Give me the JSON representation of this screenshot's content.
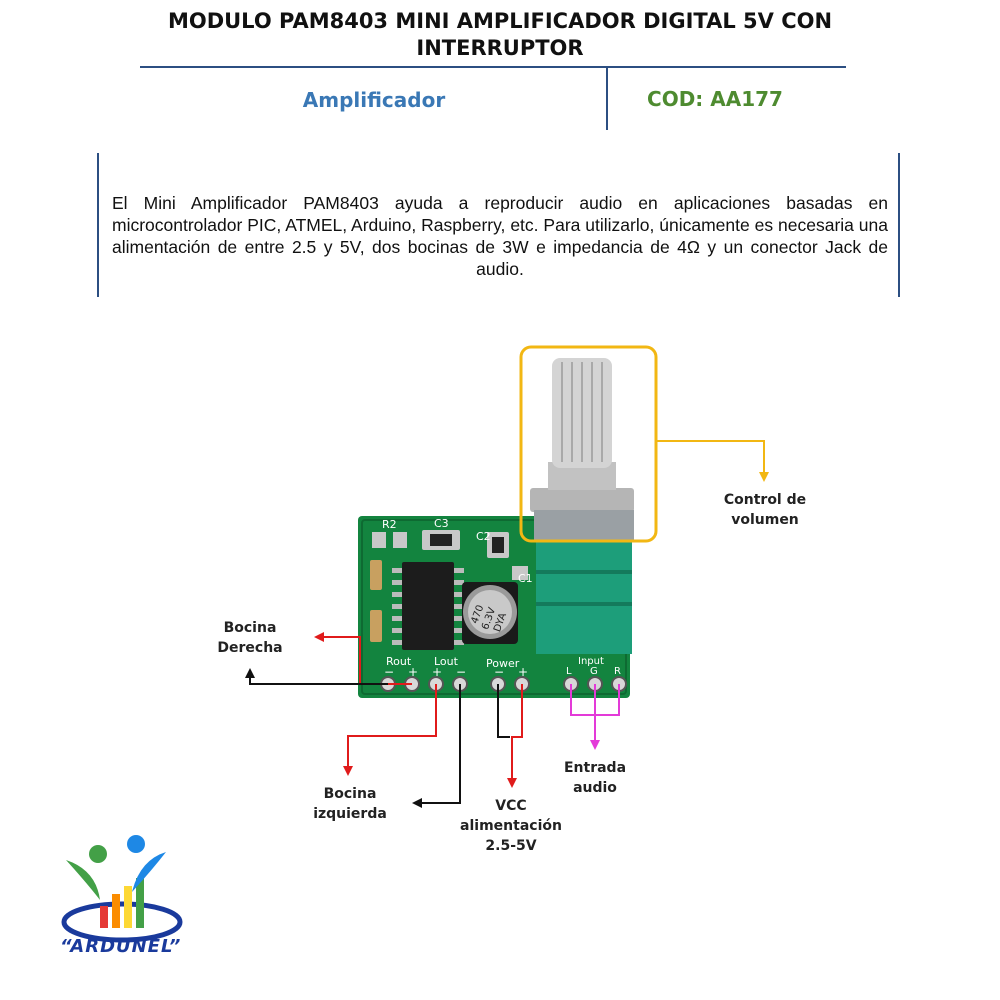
{
  "header": {
    "title_line1": "MODULO PAM8403  MINI AMPLIFICADOR DIGITAL 5V CON",
    "title_line2": "INTERRUPTOR",
    "category": "Amplificador",
    "code": "COD: AA177"
  },
  "description": "El Mini Amplificador PAM8403 ayuda a reproducir audio en aplicaciones basadas en microcontrolador PIC, ATMEL, Arduino, Raspberry, etc. Para utilizarlo, únicamente es necesaria una alimentación de entre 2.5 y 5V, dos bocinas de 3W e impedancia de 4Ω y un conector Jack de audio.",
  "board_silkscreen": {
    "r2": "R2",
    "c3": "C3",
    "c2": "C2",
    "c1": "C1",
    "rout": "Rout",
    "lout": "Lout",
    "power": "Power",
    "input": "Input",
    "l": "L",
    "g": "G",
    "r": "R",
    "minus": "−",
    "plus": "+",
    "cap_line1": "470",
    "cap_line2": "6.3V",
    "cap_line3": "DYA"
  },
  "labels": {
    "volume_line1": "Control de",
    "volume_line2": "volumen",
    "right_speaker_line1": "Bocina",
    "right_speaker_line2": "Derecha",
    "left_speaker_line1": "Bocina",
    "left_speaker_line2": "izquierda",
    "vcc_line1": "VCC",
    "vcc_line2": "alimentación",
    "vcc_line3": "2.5-5V",
    "input_line1": "Entrada",
    "input_line2": "audio"
  },
  "logo": {
    "text": "“ARDUNEL”"
  },
  "colors": {
    "rule": "#2c4f82",
    "category": "#3a78b5",
    "code": "#4e8b30",
    "pcb": "#13843f",
    "knob_outline": "#f2b713",
    "wire_red": "#e01b1b",
    "wire_black": "#111111",
    "wire_magenta": "#e33ad8",
    "wire_orange": "#f2b713"
  }
}
